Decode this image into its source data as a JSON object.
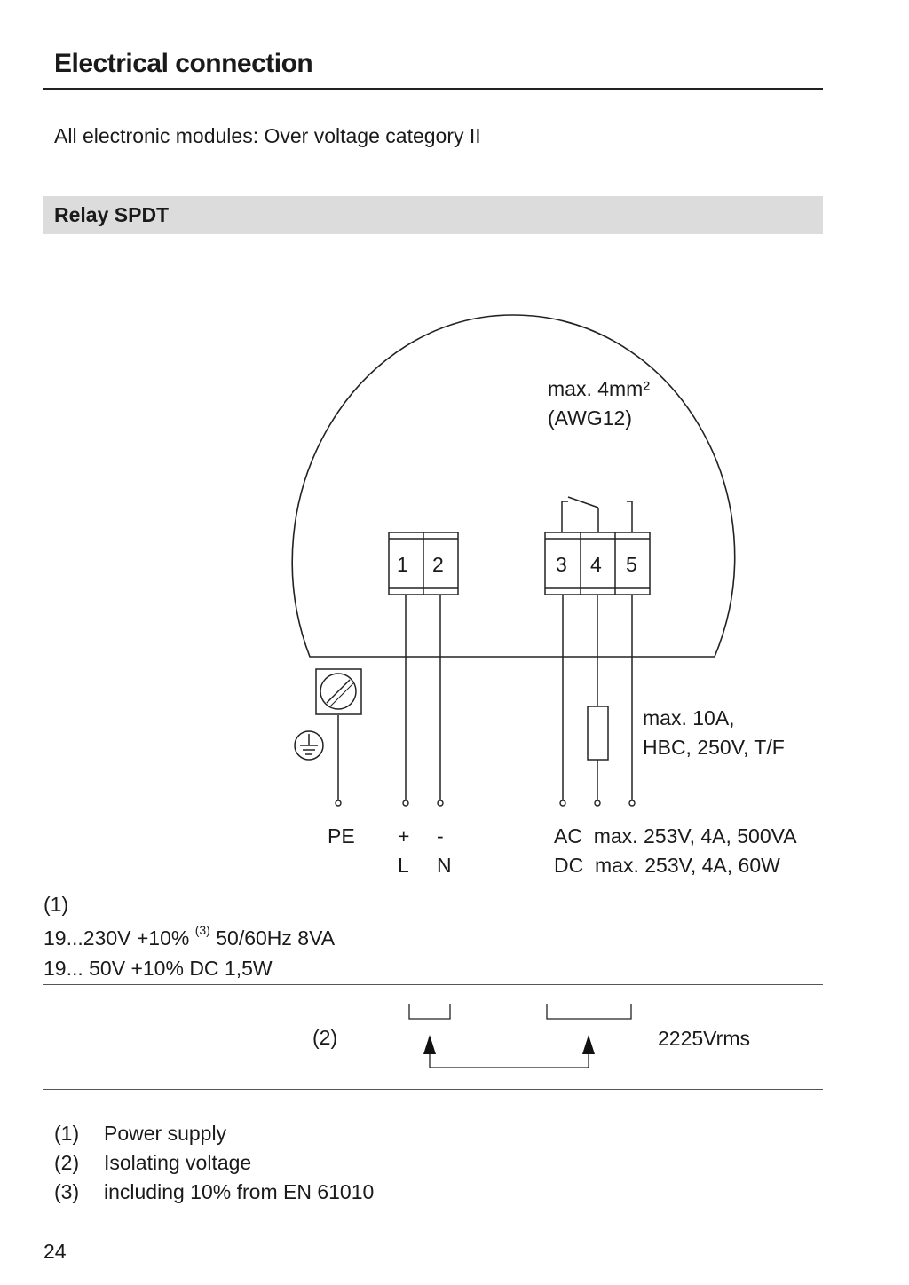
{
  "heading": "Electrical connection",
  "intro": "All electronic modules: Over voltage category II",
  "section": "Relay SPDT",
  "diagram": {
    "cable_spec_1": "max. 4mm²",
    "cable_spec_2": "(AWG12)",
    "terminals": [
      "1",
      "2",
      "3",
      "4",
      "5"
    ],
    "fuse_spec_1": "max. 10A,",
    "fuse_spec_2": "HBC, 250V, T/F",
    "pe_label": "PE",
    "plus_label": "+",
    "minus_label": "-",
    "l_label": "L",
    "n_label": "N",
    "ac_rating": "AC  max. 253V, 4A, 500VA",
    "dc_rating": "DC  max. 253V, 4A, 60W",
    "earth_symbol": "protective-earth-icon",
    "clamp_symbol": "earth-screw-icon"
  },
  "power_supply": {
    "ref": "(1)",
    "line1_main": "19...230V +10% ",
    "line1_sup": "(3)",
    "line1_tail": " 50/60Hz 8VA",
    "line2": "19... 50V +10% DC 1,5W"
  },
  "isolation": {
    "ref": "(2)",
    "value": "2225Vrms"
  },
  "footnotes": [
    {
      "num": "(1)",
      "text": "Power supply"
    },
    {
      "num": "(2)",
      "text": "Isolating voltage"
    },
    {
      "num": "(3)",
      "text": "including 10% from EN 61010"
    }
  ],
  "page_number": "24"
}
